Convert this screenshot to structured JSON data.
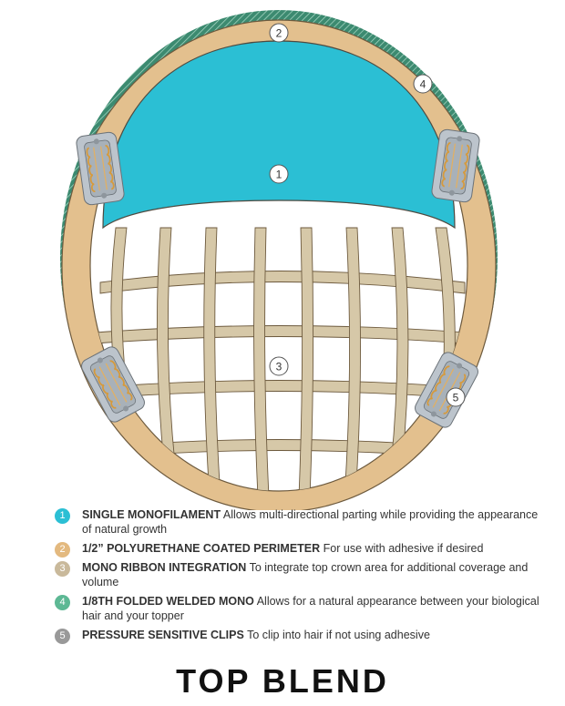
{
  "diagram": {
    "markers": [
      {
        "label": "1",
        "name": "marker-1"
      },
      {
        "label": "2",
        "name": "marker-2"
      },
      {
        "label": "3",
        "name": "marker-3"
      },
      {
        "label": "4",
        "name": "marker-4"
      },
      {
        "label": "5",
        "name": "marker-5"
      }
    ],
    "icons": [
      "pressure-clip-icon",
      "pressure-clip-icon",
      "pressure-clip-icon",
      "pressure-clip-icon"
    ]
  },
  "legend": [
    {
      "num": "1",
      "color": "#2bbfd4",
      "key": "SINGLE MONOFILAMENT",
      "text": "Allows multi-directional parting while providing the appearance of natural growth"
    },
    {
      "num": "2",
      "color": "#e3b97f",
      "key": "1/2” POLYURETHANE COATED PERIMETER",
      "text": "For use with adhesive if desired"
    },
    {
      "num": "3",
      "color": "#c9b99b",
      "key": "MONO RIBBON INTEGRATION",
      "text": "To integrate top crown area for additional coverage and volume"
    },
    {
      "num": "4",
      "color": "#5db894",
      "key": "1/8TH FOLDED WELDED MONO",
      "text": "Allows for a natural appearance between your biological hair and your topper"
    },
    {
      "num": "5",
      "color": "#999999",
      "key": "PRESSURE SENSITIVE CLIPS",
      "text": "To clip into hair if not using adhesive"
    }
  ],
  "title": "TOP BLEND"
}
